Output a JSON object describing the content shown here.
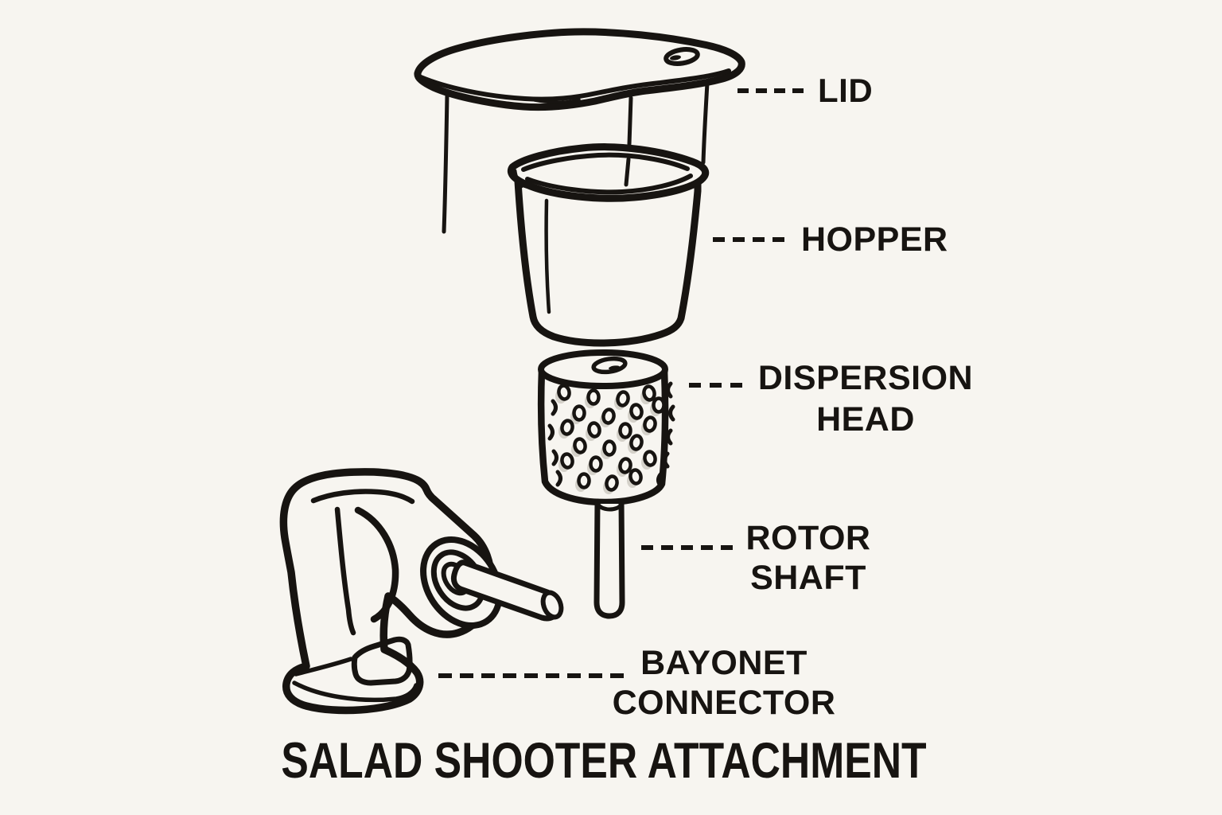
{
  "title": "SALAD SHOOTER ATTACHMENT",
  "parts": [
    {
      "id": "lid",
      "lines": [
        "LID"
      ]
    },
    {
      "id": "hopper",
      "lines": [
        "HOPPER"
      ]
    },
    {
      "id": "dispersion-head",
      "lines": [
        "DISPERSION",
        "HEAD"
      ]
    },
    {
      "id": "rotor-shaft",
      "lines": [
        "ROTOR",
        "SHAFT"
      ]
    },
    {
      "id": "bayonet-connector",
      "lines": [
        "BAYONET",
        "CONNECTOR"
      ]
    }
  ],
  "colors": {
    "background": "#f7f5f0",
    "ink": "#171411",
    "shadow": "#b8b3aa"
  }
}
